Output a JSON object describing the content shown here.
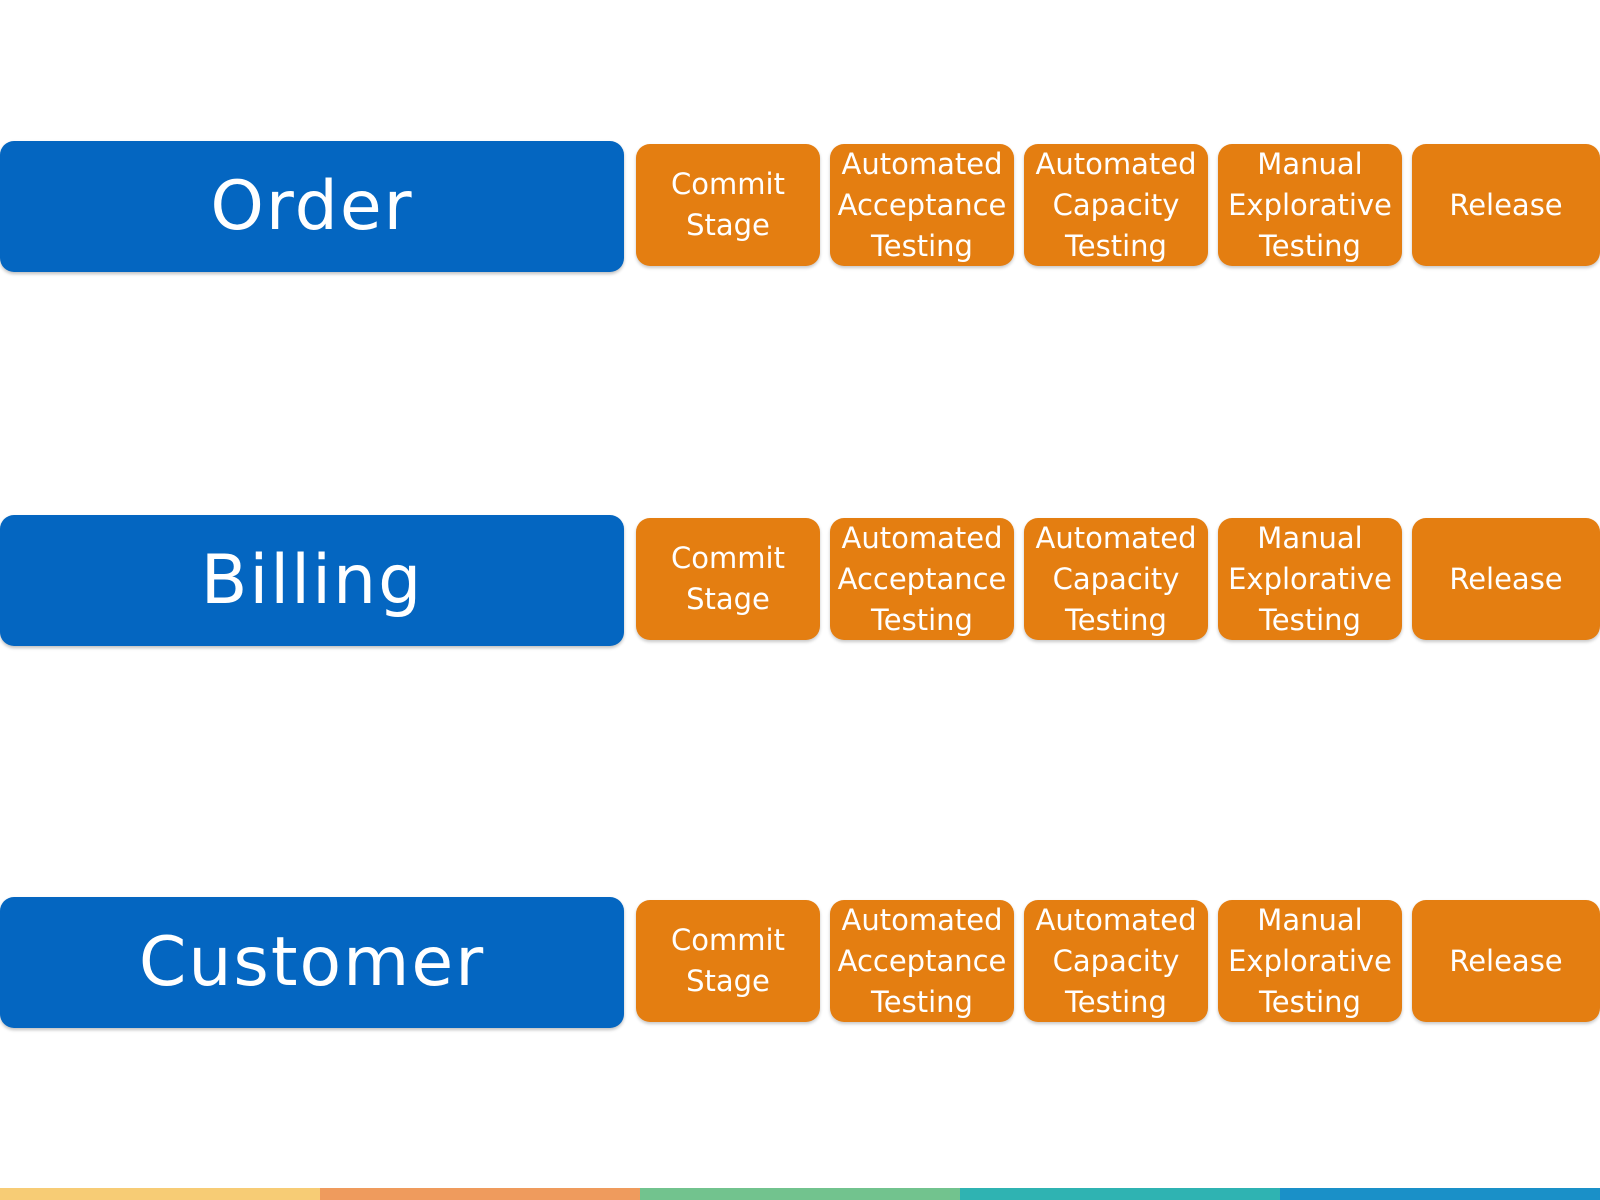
{
  "pipelines": [
    {
      "service": "Order",
      "stages": [
        "Commit\nStage",
        "Automated\nAcceptance\nTesting",
        "Automated\nCapacity\nTesting",
        "Manual\nExplorative\nTesting",
        "Release"
      ]
    },
    {
      "service": "Billing",
      "stages": [
        "Commit\nStage",
        "Automated\nAcceptance\nTesting",
        "Automated\nCapacity\nTesting",
        "Manual\nExplorative\nTesting",
        "Release"
      ]
    },
    {
      "service": "Customer",
      "stages": [
        "Commit\nStage",
        "Automated\nAcceptance\nTesting",
        "Automated\nCapacity\nTesting",
        "Manual\nExplorative\nTesting",
        "Release"
      ]
    }
  ],
  "colors": {
    "service_box": "#0466c1",
    "stage_box": "#e47e11",
    "footer_stripes": [
      "#f7cc75",
      "#ef9b5d",
      "#72c38e",
      "#2fb3b2",
      "#1a90c8"
    ]
  }
}
